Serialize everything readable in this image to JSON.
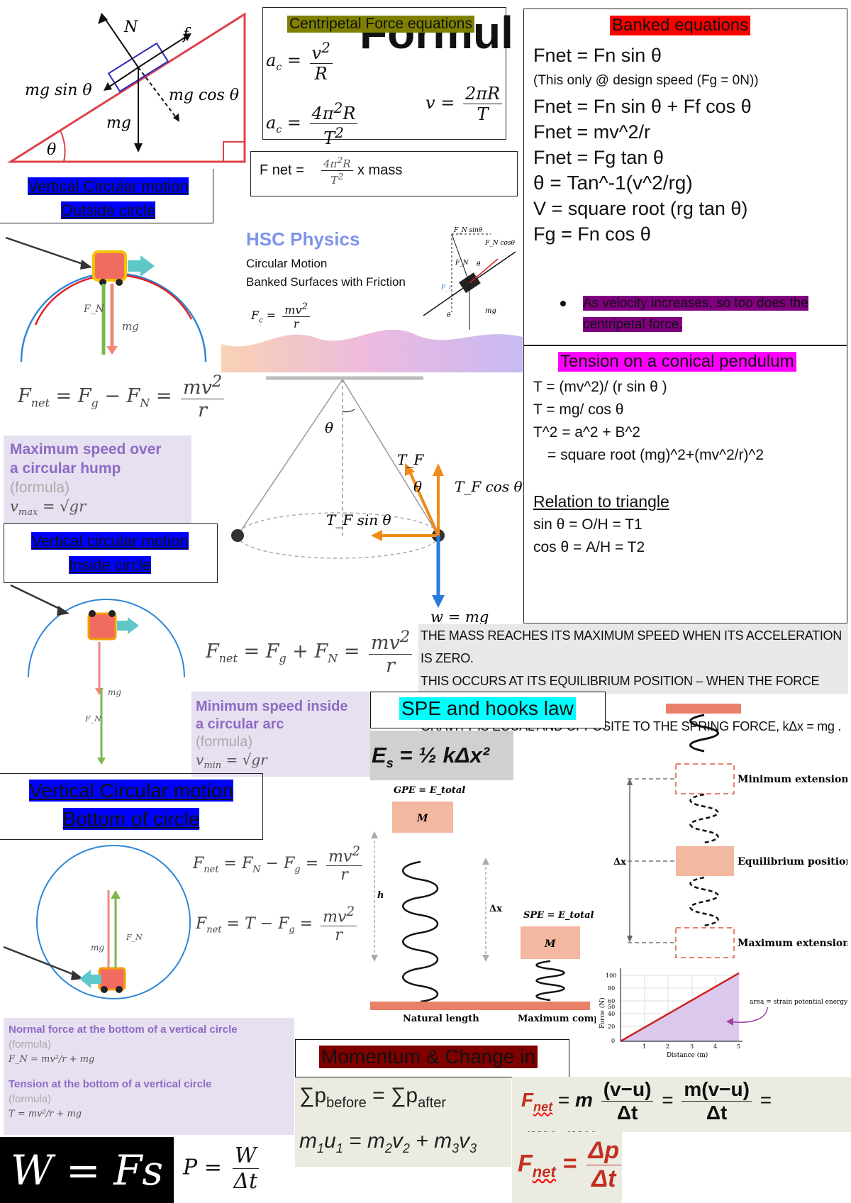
{
  "incline": {
    "N": "N",
    "f": "f",
    "mgsin": "mg sin θ",
    "mgcos": "mg cos θ",
    "mg": "mg",
    "theta": "θ"
  },
  "centripetal": {
    "title": "Centripetal Force equations",
    "overlay": "Formul",
    "ac1": "a_c = v²/R",
    "ac2": "a_c = 4π²R/T²",
    "v": "v = 2πR/T",
    "fnet_label": "F net =",
    "fnet_suffix": "x mass"
  },
  "banked": {
    "title": "Banked equations",
    "lines": [
      "Fnet = Fn sin θ",
      "(This only @ design speed (Fg = 0N))",
      "Fnet = Fn sin θ + Ff cos θ",
      "Fnet = mv^2/r",
      "Fnet = Fg tan θ",
      "θ = Tan^-1(v^2/rg)",
      "V = square root (rg tan θ)",
      "Fg = Fn cos θ"
    ],
    "bullet": "As velocity increases, so too does the centripetal force."
  },
  "vertical_outside": {
    "title1": "Vertical Circular motion",
    "title2": "Outside circle",
    "FN": "F_N",
    "mg": "mg"
  },
  "fnet_outside": "F_net = F_g − F_N = mv²/r",
  "hsc": {
    "title": "HSC Physics",
    "sub1": "Circular Motion",
    "sub2": "Banked Surfaces with Friction",
    "formula": "F_c = mv²/r",
    "diagram_labels": [
      "F_N sinθ",
      "F_N cosθ",
      "F_N",
      "θ",
      "F_r",
      "mg",
      "θ"
    ]
  },
  "max_speed": {
    "title1": "Maximum speed over",
    "title2": "a circular hump",
    "formula_label": "(formula)",
    "formula": "v_max = √gr"
  },
  "pendulum": {
    "theta": "θ",
    "TF": "T_F",
    "TFcos": "T_F cos θ",
    "TFsin": "T_F sin θ",
    "w": "w = mg"
  },
  "tension": {
    "title": "Tension on a conical pendulum",
    "lines": [
      "T = (mv^2)/ (r sin θ )",
      "T = mg/ cos θ",
      "T^2 = a^2 + B^2",
      "= square root (mg)^2+(mv^2/r)^2"
    ],
    "relation_title": "Relation to triangle",
    "rel": [
      "sin θ  = O/H   = T1",
      "cos θ  = A/H = T2"
    ]
  },
  "vertical_inside": {
    "title1": "Vertical circular motion",
    "title2": "Inside circle",
    "mg": "mg",
    "FN": "F_N"
  },
  "fnet_inside": "F_net = F_g + F_N = mv²/r",
  "spring_text": {
    "line1": "THE MASS REACHES ITS MAXIMUM SPEED WHEN ITS ACCELERATION IS ZERO.",
    "line2": "THIS OCCURS AT ITS EQUILIBRIUM POSITION – WHEN THE FORCE DUE TO",
    "line3": "GRAVITY IS EQUAL AND OPPOSITE TO THE SPRING FORCE, kΔx = mg ."
  },
  "min_speed": {
    "title1": "Minimum speed inside",
    "title2": "a circular arc",
    "formula_label": "(formula)",
    "formula": "v_min = √gr"
  },
  "spe": {
    "title": "SPE and hooks law",
    "formula": "E_s = ½ kΔx²"
  },
  "spring_diag": {
    "gpe": "GPE = E_total",
    "M": "M",
    "h": "h",
    "dx": "Δx",
    "spe": "SPE = E_total",
    "natural": "Natural length",
    "max_comp": "Maximum compression"
  },
  "ext_diag": {
    "min": "Minimum extension",
    "eq": "Equilibrium position",
    "max": "Maximum extension",
    "dx": "Δx"
  },
  "graph": {
    "ylabel": "Force (N)",
    "xlabel": "Distance (m)",
    "yticks": [
      "100",
      "80",
      "60",
      "50",
      "40",
      "20",
      "0"
    ],
    "xticks": [
      "1",
      "2",
      "3",
      "4",
      "5"
    ],
    "area_label": "area = strain potential energy"
  },
  "vertical_bottom": {
    "title1": "Vertical Circular motion",
    "title2": "Bottom of circle",
    "mg": "mg",
    "FN": "F_N"
  },
  "fnet_bottom1": "F_net = F_N − F_g = mv²/r",
  "fnet_bottom2": "F_net = T − F_g = mv²/r",
  "normal_card": {
    "t1": "Normal force at the bottom of a vertical circle",
    "f1": "(formula)",
    "e1": "F_N = mv²/r + mg",
    "t2": "Tension at the bottom of a vertical circle",
    "f2": "(formula)",
    "e2": "T = mv²/r + mg"
  },
  "momentum": {
    "title": "Momentum & Change in",
    "eq1": "∑p before = ∑p after",
    "eq2": "m₁u₁ = m₂v₂ + m₃v₃",
    "fnet1": "F net = m (v−u)/Δt = m(v−u)/Δt = mv−mu/Δt",
    "fnet2": "F net = Δp/Δt"
  },
  "work": {
    "w": "W = Fs",
    "p": "P = W/Δt"
  },
  "colors": {
    "olive": "#808000",
    "red": "#ff0000",
    "blue": "#0000ff",
    "magenta": "#ff00ff",
    "purple": "#800080",
    "cyan": "#00ffff",
    "maroon": "#800000",
    "card": "#e6e0f0",
    "card_title": "#8e6bc4"
  }
}
